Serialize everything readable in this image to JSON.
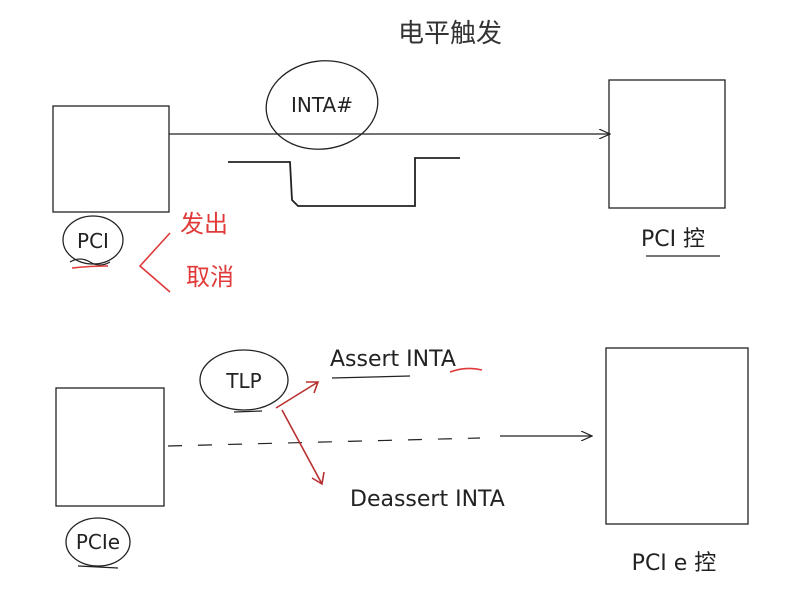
{
  "title": "电平触发",
  "colors": {
    "ink": "#222222",
    "red": "#e03a3a",
    "background": "#ffffff"
  },
  "pci_section": {
    "signal_label": "INTA#",
    "left_device_label": "PCI",
    "right_device_label": "PCI 控",
    "annotations": {
      "send": "发出",
      "cancel": "取消"
    }
  },
  "pcie_section": {
    "message_label": "TLP",
    "left_device_label": "PCIe",
    "right_device_label": "PCI e 控",
    "assert_label": "Assert INTA",
    "deassert_label": "Deassert INTA"
  }
}
